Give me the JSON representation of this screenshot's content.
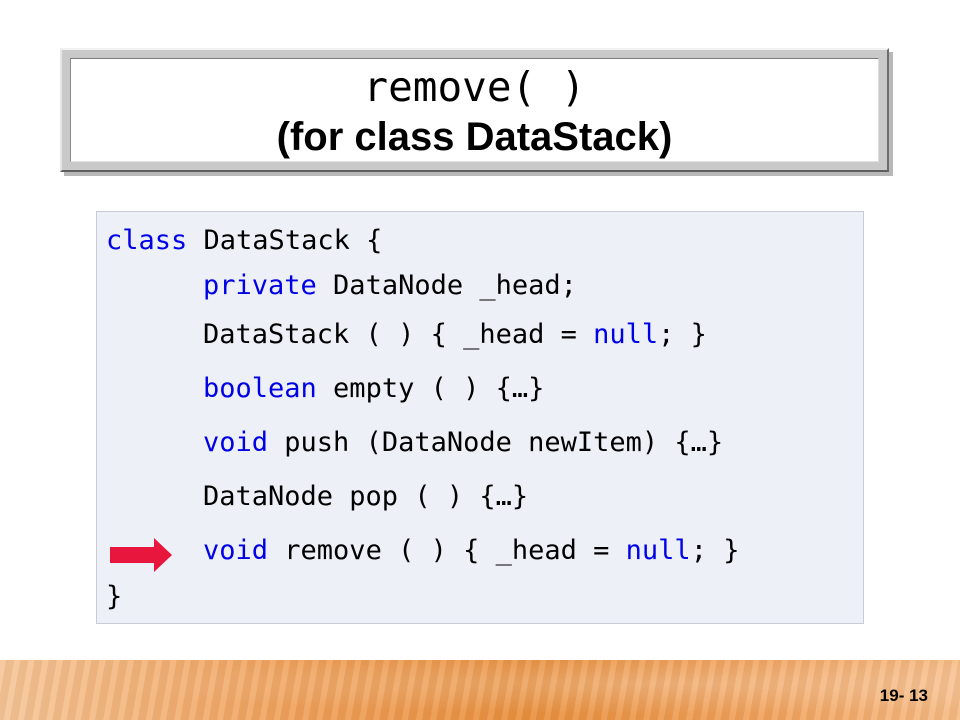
{
  "title": {
    "line1": "remove( )",
    "line2": "(for class DataStack)"
  },
  "code": {
    "line1": {
      "kw": "class",
      "rest": " DataStack {"
    },
    "line2": {
      "kw": "private",
      "rest": " DataNode _head;"
    },
    "line3": {
      "pre": "DataStack ( ) { _head = ",
      "kw": "null",
      "post": "; }"
    },
    "line4": {
      "kw": "boolean",
      "rest": " empty ( ) {…}"
    },
    "line5": {
      "kw": "void",
      "rest": " push (DataNode newItem) {…}"
    },
    "line6": {
      "rest": "DataNode pop ( ) {…}"
    },
    "line7": {
      "kw": "void",
      "mid": " remove ( ) { _head = ",
      "kw2": "null",
      "post": "; }"
    },
    "line8": {
      "rest": "}"
    }
  },
  "footer": {
    "page_number": "19- 13"
  },
  "colors": {
    "keyword": "#0000e6",
    "arrow": "#e8163c",
    "panel_bg": "#eef0f8"
  },
  "icons": {
    "pointer": "right-arrow-icon"
  }
}
